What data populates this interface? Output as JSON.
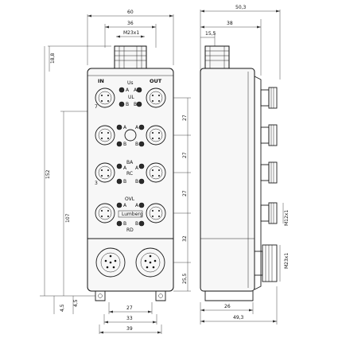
{
  "front_view": {
    "dims": {
      "overall_width": "60",
      "center_width": "36",
      "thread": "M23x1",
      "plug_height": "18,8",
      "total_height": "152",
      "body_height": "107",
      "pitch_1": "27",
      "pitch_2": "27",
      "pitch_3": "27",
      "pitch_4": "32",
      "bottom_offset": "25,5",
      "foot_left": "4,5",
      "foot_right": "4,5",
      "bottom_27": "27",
      "bottom_33": "33",
      "bottom_39": "39"
    },
    "labels": {
      "in": "IN",
      "out": "OUT",
      "us": "Us",
      "ul": "UL",
      "ba": "BA",
      "rc": "RC",
      "ovl": "OVL",
      "rd": "RD",
      "a": "A",
      "b": "B",
      "brand": "Lumberg",
      "port_7": "7",
      "port_3": "3"
    }
  },
  "side_view": {
    "dims": {
      "overall_depth": "50,3",
      "depth_38": "38",
      "offset": "15,5",
      "bottom_26": "26",
      "bottom_total": "49,3",
      "thread_1": "M12x1",
      "thread_2": "M23x1"
    }
  }
}
